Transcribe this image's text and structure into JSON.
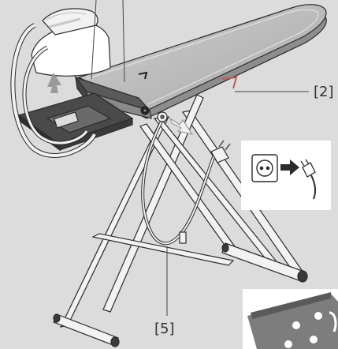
{
  "callouts": [
    {
      "id": "2",
      "text": "[2]"
    },
    {
      "id": "5",
      "text": "[5]"
    }
  ],
  "colors": {
    "background": "#dcdcdc",
    "board_top": "#bdbdbd",
    "board_edge": "#8d8d8d",
    "frame": "#f2f2f2",
    "outline": "#2b2b2b",
    "arrow": "#9a9a9a",
    "cover_tag": "#b85b5b",
    "inset_background": "#ffffff",
    "inset_dark": "#777777"
  },
  "icons": [
    "steam-iron-icon",
    "power-plug-icon",
    "wall-socket-icon",
    "direction-arrow-icon"
  ]
}
